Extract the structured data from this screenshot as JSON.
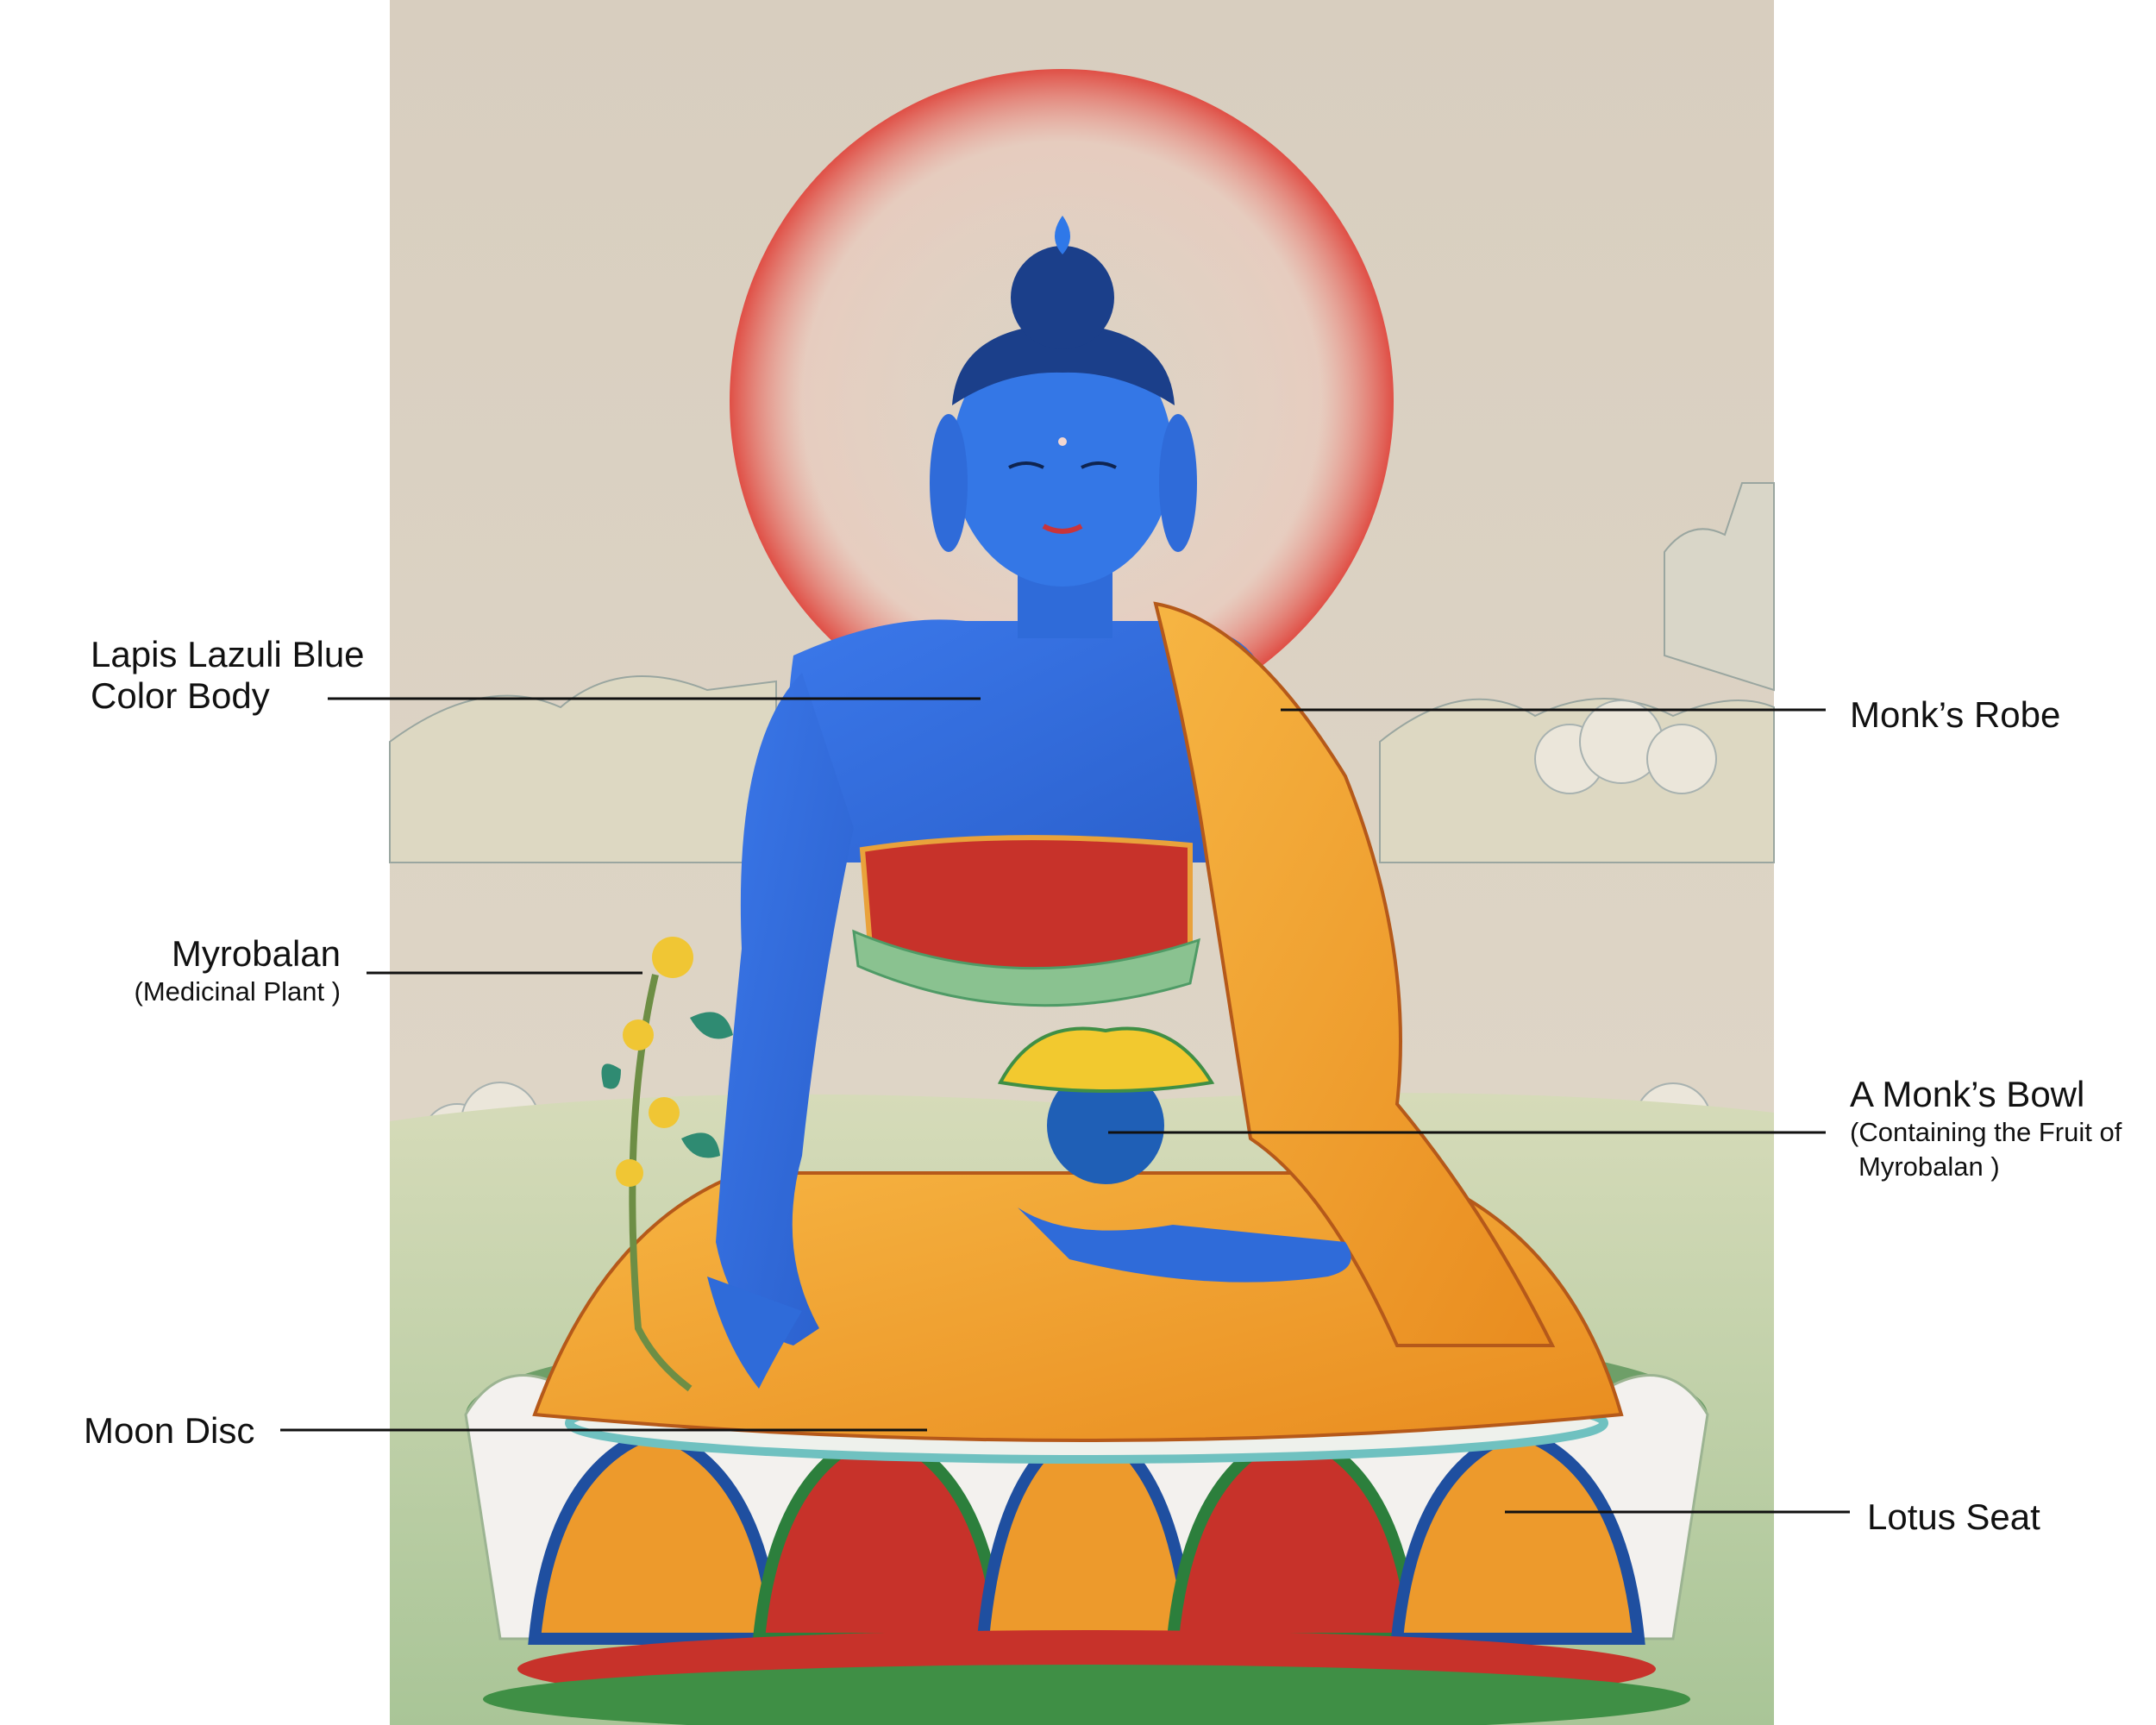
{
  "colors": {
    "background": "#ffffff",
    "canvas": "#d7cdbd",
    "halo": "#e0483f",
    "body_blue": "#2f6bd9",
    "robe_orange": "#f0a22b",
    "robe_red": "#c7322a",
    "lotus_green": "#3f8f45",
    "lotus_blue": "#1f4fa0",
    "meadow": "#b9cc9b",
    "leader_line": "#111111"
  },
  "labels": {
    "body": {
      "line1": "Lapis Lazuli Blue",
      "line2": "Color Body"
    },
    "robe": "Monk’s Robe",
    "plant": {
      "name": "Myrobalan",
      "note": "(Medicinal Plant )"
    },
    "bowl": {
      "name": "A Monk’s Bowl",
      "note1": "(Containing the Fruit of",
      "note2": "Myrobalan )"
    },
    "moon": "Moon Disc",
    "lotus": "Lotus Seat"
  }
}
